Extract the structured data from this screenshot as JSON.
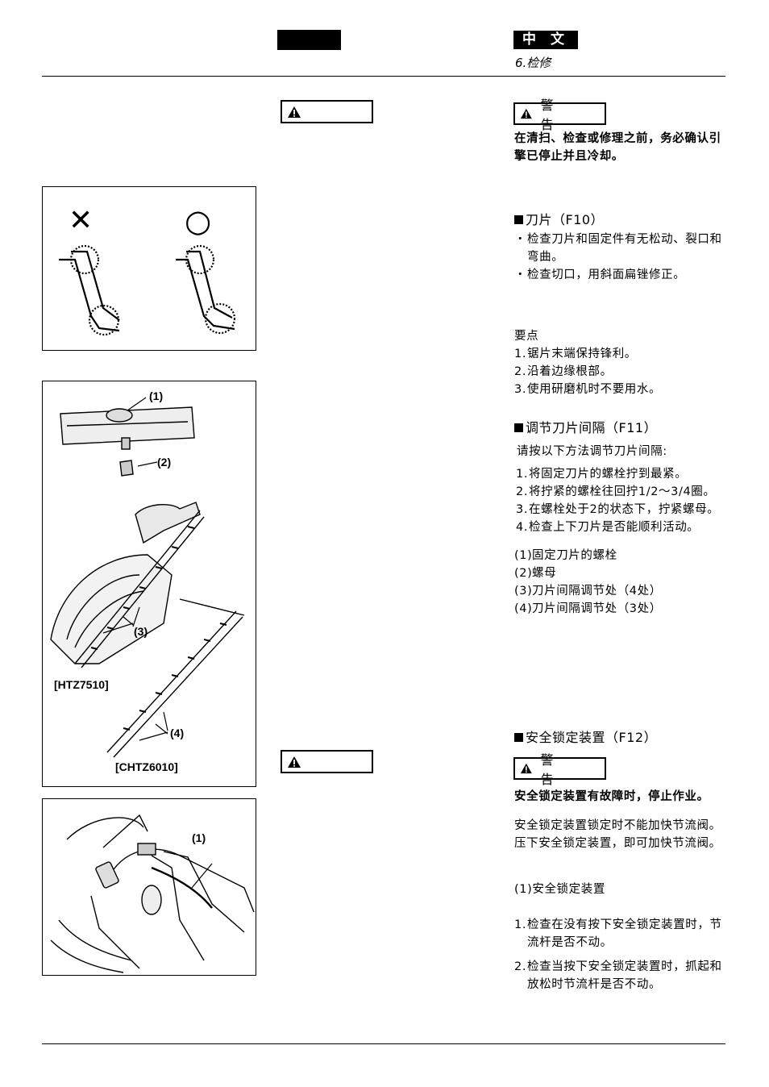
{
  "header": {
    "lang_label": "中 文",
    "section": "6.检修"
  },
  "warnings": {
    "label": "警  告",
    "w1_text": "在清扫、检查或修理之前，务必确认引擎已停止并且冷却。",
    "w2_text": "安全锁定装置有故障时，停止作业。"
  },
  "blade": {
    "heading": "刀片（F10）",
    "items": [
      {
        "mark": "・",
        "text": "检查刀片和固定件有无松动、裂口和弯曲。"
      },
      {
        "mark": "・",
        "text": "检查切口，用斜面扁锉修正。"
      }
    ],
    "points_title": "要点",
    "points": [
      {
        "mark": "1.",
        "text": "锯片末端保持锋利。"
      },
      {
        "mark": "2.",
        "text": "沿着边缘根部。"
      },
      {
        "mark": "3.",
        "text": "使用研磨机时不要用水。"
      }
    ]
  },
  "gap": {
    "heading": "调节刀片间隔（F11）",
    "intro": "请按以下方法调节刀片间隔:",
    "steps": [
      {
        "mark": "1.",
        "text": "将固定刀片的螺栓拧到最紧。"
      },
      {
        "mark": "2.",
        "text": "将拧紧的螺栓往回拧1/2～3/4圈。"
      },
      {
        "mark": "3.",
        "text": "在螺栓处于2的状态下，拧紧螺母。"
      },
      {
        "mark": "4.",
        "text": "检查上下刀片是否能顺利活动。"
      }
    ],
    "legend": [
      {
        "mark": "(1)",
        "text": "固定刀片的螺栓"
      },
      {
        "mark": "(2)",
        "text": "螺母"
      },
      {
        "mark": "(3)",
        "text": "刀片间隔调节处（4处）"
      },
      {
        "mark": "(4)",
        "text": "刀片间隔调节处（3处）"
      }
    ]
  },
  "lock": {
    "heading": "安全锁定装置（F12）",
    "desc": "安全锁定装置锁定时不能加快节流阀。压下安全锁定装置，即可加快节流阀。",
    "legend": "(1)安全锁定装置",
    "checks": [
      {
        "mark": "1.",
        "text": "检查在没有按下安全锁定装置时，节流杆是否不动。"
      },
      {
        "mark": "2.",
        "text": "检查当按下安全锁定装置时，抓起和放松时节流杆是否不动。"
      }
    ]
  },
  "figures": {
    "f10_wrong": "✕",
    "f10_right": "○",
    "f11_label_1": "(1)",
    "f11_label_2": "(2)",
    "f11_label_3": "(3)",
    "f11_label_4": "(4)",
    "f11_model_a": "[HTZ7510]",
    "f11_model_b": "[CHTZ6010]",
    "f12_label_1": "(1)"
  }
}
